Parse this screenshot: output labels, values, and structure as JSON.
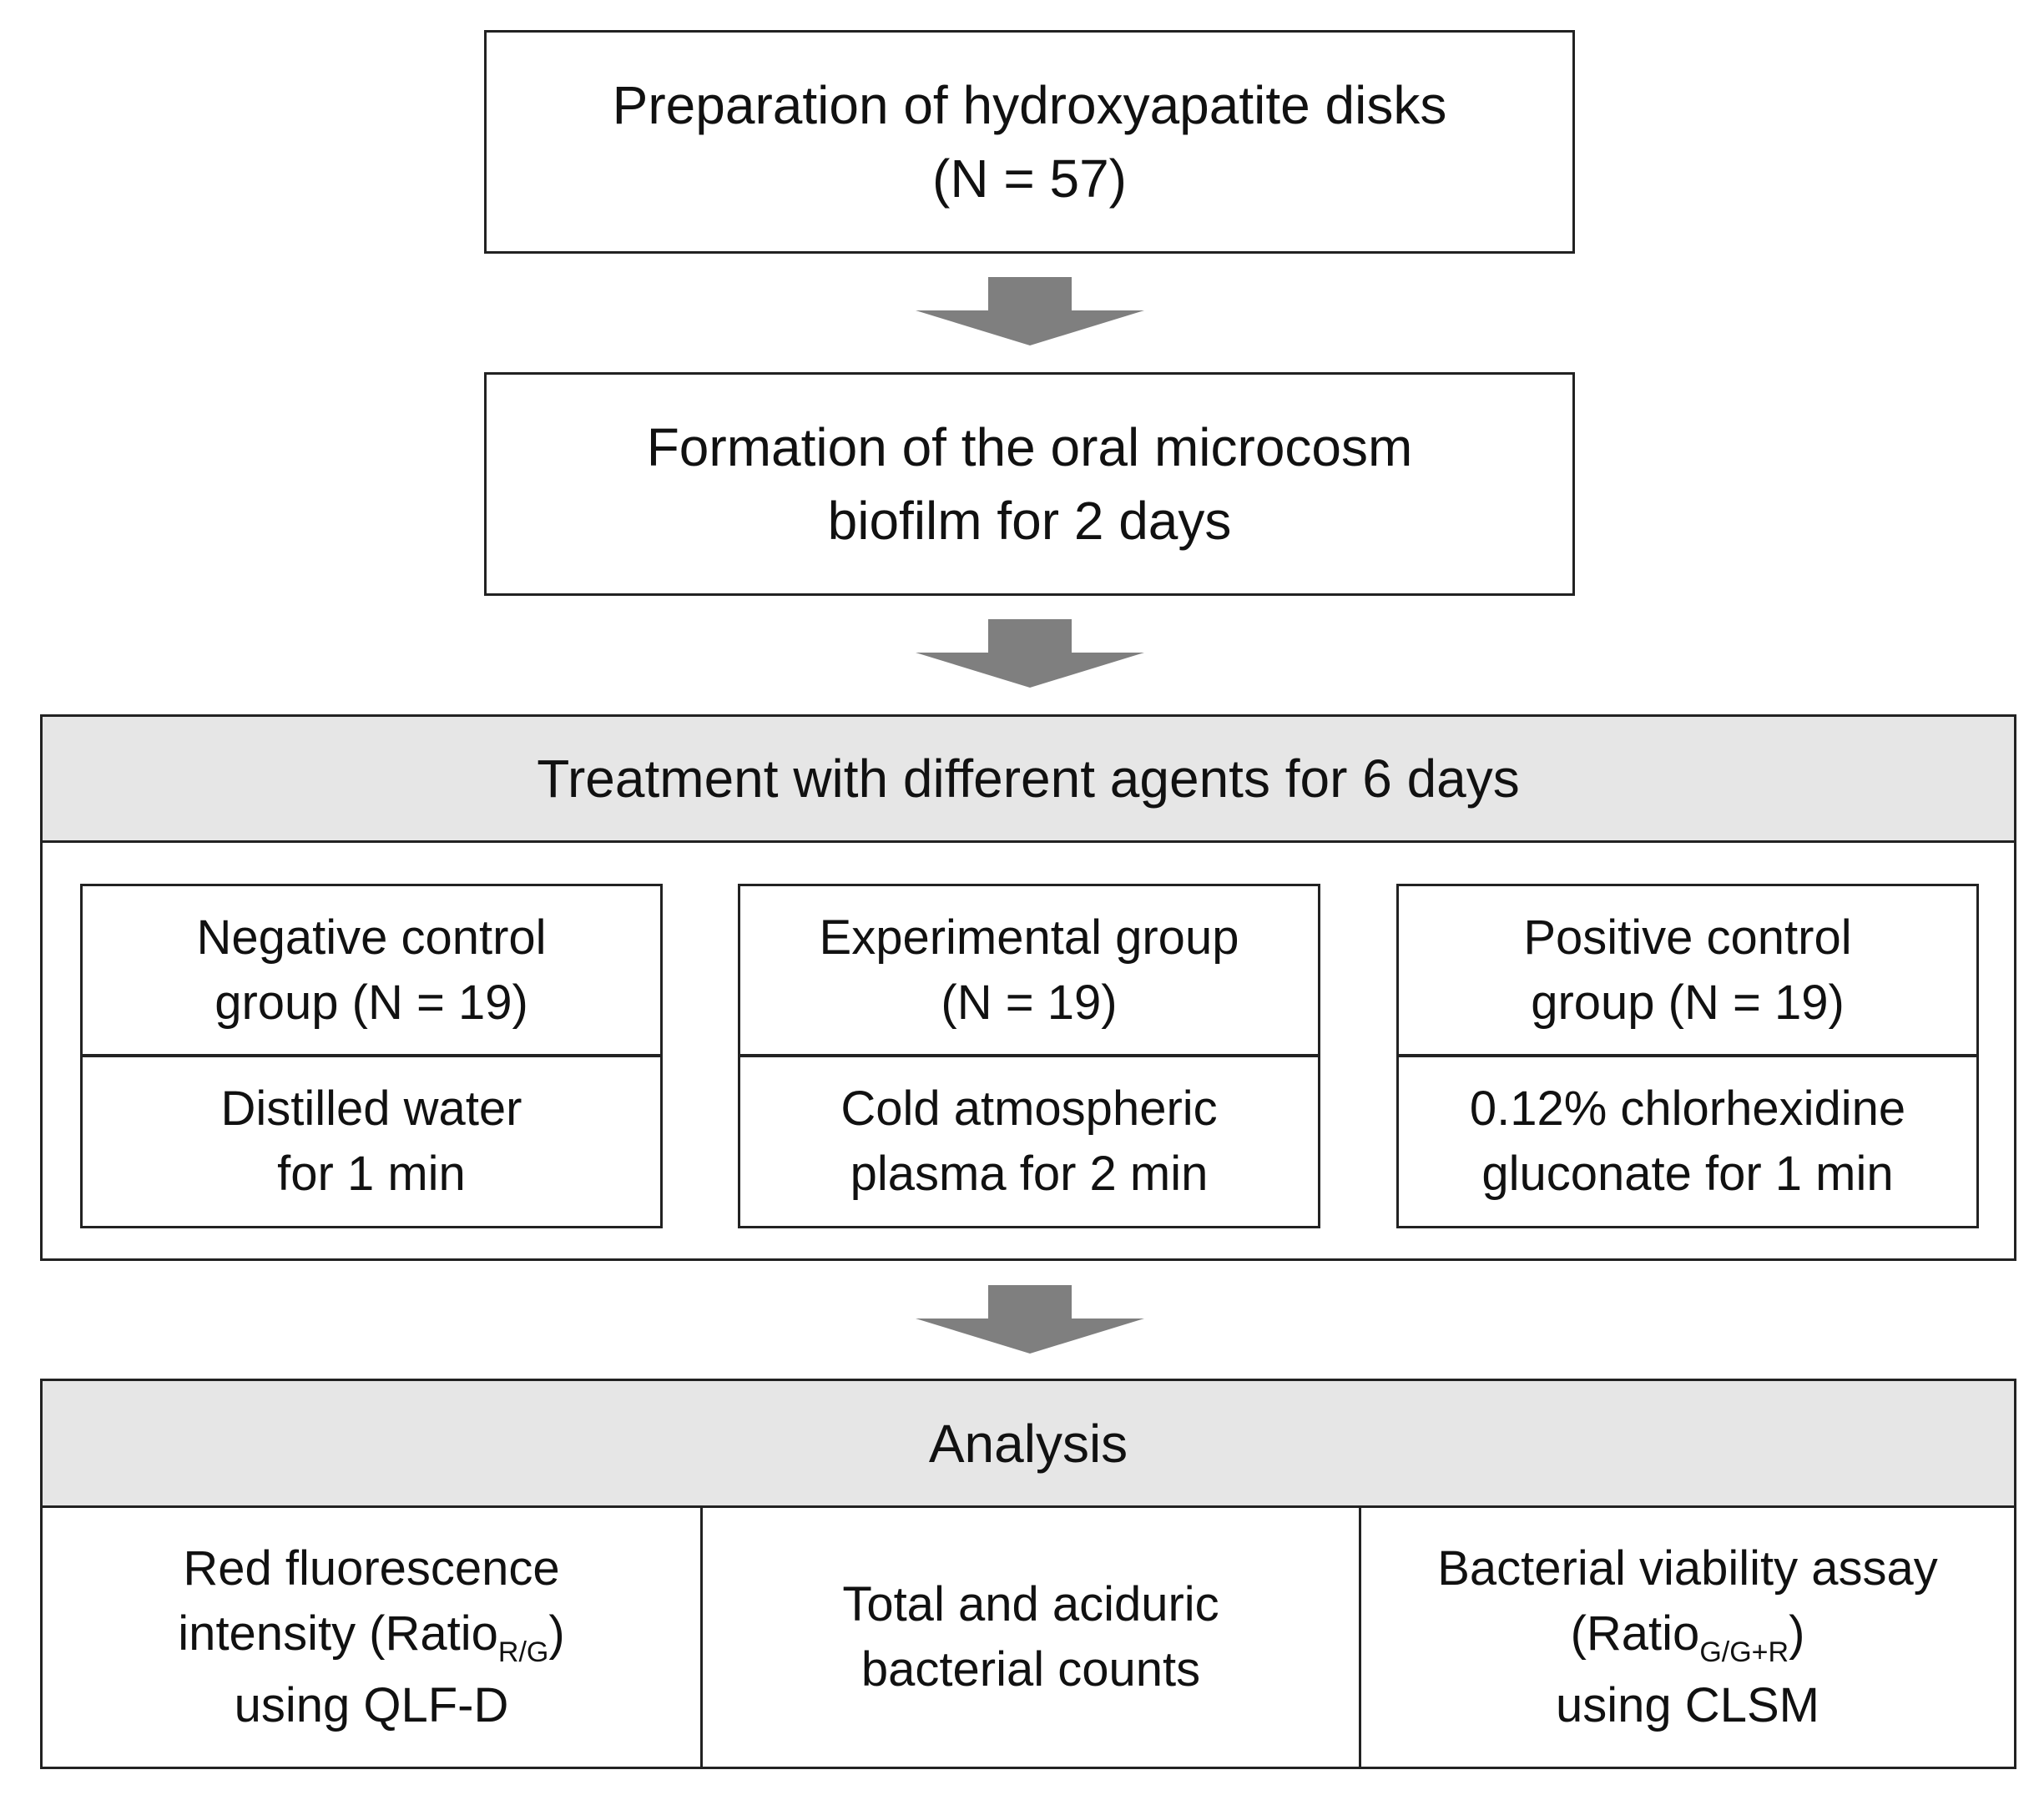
{
  "steps": {
    "prep": {
      "line1": "Preparation of hydroxyapatite disks",
      "line2": "(N = 57)"
    },
    "formation": {
      "line1": "Formation of the oral microcosm",
      "line2": "biofilm for 2 days"
    }
  },
  "treatment": {
    "title": "Treatment with different agents for 6 days",
    "groups": [
      {
        "name_line1": "Negative control",
        "name_line2": "group (N = 19)",
        "desc_line1": "Distilled water",
        "desc_line2": "for 1 min"
      },
      {
        "name_line1": "Experimental group",
        "name_line2": "(N = 19)",
        "desc_line1": "Cold atmospheric",
        "desc_line2": "plasma for 2 min"
      },
      {
        "name_line1": "Positive control",
        "name_line2": "group (N = 19)",
        "desc_line1": "0.12% chlorhexidine",
        "desc_line2": "gluconate for 1 min"
      }
    ]
  },
  "analysis": {
    "title": "Analysis",
    "items": [
      {
        "line1": "Red fluorescence",
        "line2_main": "intensity (Ratio",
        "line2_sub": "R/G",
        "line2_end": ")",
        "line3": "using QLF-D"
      },
      {
        "line1": "Total and aciduric",
        "line2": "bacterial counts"
      },
      {
        "line1": "Bacterial viability assay",
        "line2_main": "(Ratio",
        "line2_sub": "G/G+R",
        "line2_end": ")",
        "line3": "using CLSM"
      }
    ]
  },
  "colors": {
    "arrow": "#7f7f7f",
    "header_fill": "#e6e6e6",
    "border": "#222222"
  }
}
